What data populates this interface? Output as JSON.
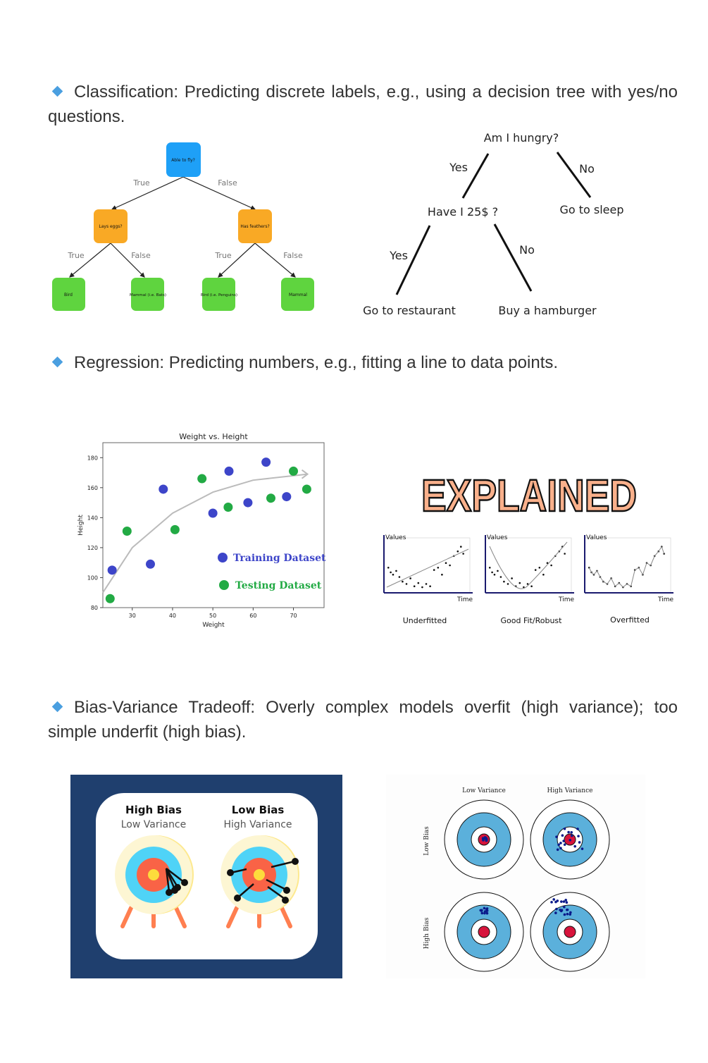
{
  "sections": [
    {
      "text": "Classification: Predicting discrete labels, e.g., using a decision tree with yes/no questions."
    },
    {
      "text": "Regression: Predicting numbers, e.g., fitting a line to data points."
    },
    {
      "text": "Bias-Variance Tradeoff: Overly complex models overfit (high variance); too simple underfit (high bias)."
    }
  ],
  "tree1": {
    "root": "Able to fly?",
    "left": "Lays eggs?",
    "right": "Has feathers?",
    "leaves": [
      "Bird",
      "Mammal (i.e. Bats)",
      "Bird (i.e. Penguins)",
      "Mammal"
    ],
    "edge_true": "True",
    "edge_false": "False",
    "colors": {
      "root": "#1ea0f7",
      "mid": "#f9a925",
      "leaf": "#5fd43f"
    }
  },
  "tree2": {
    "root": "Am I hungry?",
    "yes": "Yes",
    "no": "No",
    "mid": "Have I 25$ ?",
    "sleep": "Go to sleep",
    "restaurant": "Go to restaurant",
    "hamburger": "Buy a hamburger"
  },
  "chart_data": {
    "type": "scatter",
    "title": "Weight vs. Height",
    "xlabel": "Weight",
    "ylabel": "Height",
    "xlim": [
      22.7,
      77.6
    ],
    "ylim": [
      80,
      190
    ],
    "xticks": [
      30,
      40,
      50,
      60,
      70
    ],
    "yticks": [
      80,
      100,
      120,
      140,
      160,
      180
    ],
    "series": [
      {
        "name": "Training Dataset",
        "color": "#3d45c9",
        "points": [
          [
            25,
            105
          ],
          [
            34.5,
            109
          ],
          [
            37.7,
            159
          ],
          [
            50,
            143
          ],
          [
            54,
            171
          ],
          [
            58.7,
            150
          ],
          [
            63.2,
            177
          ],
          [
            68.3,
            154
          ]
        ]
      },
      {
        "name": "Testing Dataset",
        "color": "#22aa44",
        "points": [
          [
            24.5,
            86
          ],
          [
            28.7,
            131
          ],
          [
            40.6,
            132
          ],
          [
            47.3,
            166
          ],
          [
            53.8,
            147
          ],
          [
            64.4,
            153
          ],
          [
            70,
            171
          ],
          [
            73.3,
            159
          ]
        ]
      }
    ],
    "trend_curve": [
      [
        22.7,
        90
      ],
      [
        30,
        120
      ],
      [
        40,
        143
      ],
      [
        50,
        157
      ],
      [
        60,
        165
      ],
      [
        73.5,
        169
      ]
    ]
  },
  "fit": {
    "banner": "EXPLAINED",
    "axis_y": "Values",
    "axis_x": "Time",
    "captions": [
      "Underfitted",
      "Good Fit/Robust",
      "Overfitted"
    ]
  },
  "bias_left": {
    "col1_title": "High Bias",
    "col1_sub": "Low Variance",
    "col2_title": "Low Bias",
    "col2_sub": "High Variance"
  },
  "bias_right": {
    "col_labels": [
      "Low Variance",
      "High Variance"
    ],
    "row_labels": [
      "Low Bias",
      "High Bias"
    ]
  }
}
